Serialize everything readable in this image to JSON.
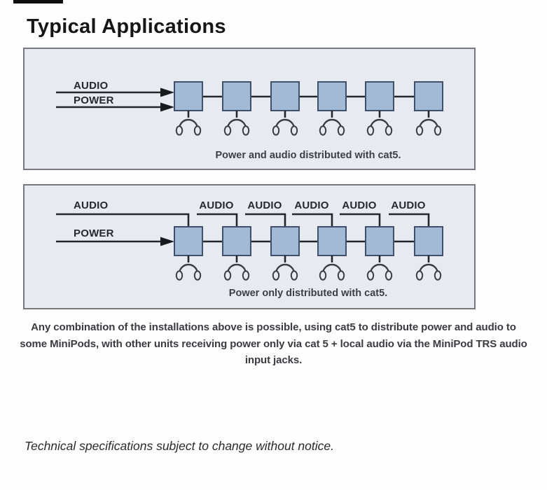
{
  "title": "Typical Applications",
  "diagram1": {
    "audio_label": "AUDIO",
    "power_label": "POWER",
    "caption": "Power and audio distributed with cat5.",
    "unit_count": 6
  },
  "diagram2": {
    "audio_label": "AUDIO",
    "power_label": "POWER",
    "branch_labels": [
      "AUDIO",
      "AUDIO",
      "AUDIO",
      "AUDIO",
      "AUDIO"
    ],
    "caption": "Power only distributed with cat5.",
    "unit_count": 6
  },
  "body_text": "Any combination of the installations above is possible, using cat5 to distribute power and audio to some MiniPods, with other units receiving power only via cat 5 + local audio via the MiniPod TRS audio input jacks.",
  "footer_note": "Technical specifications subject to change without notice.",
  "colors": {
    "panel_bg": "#e7eaf0",
    "panel_border": "#76797e",
    "unit_fill": "#a3bad6",
    "unit_border": "#41506a",
    "line": "#23262b"
  }
}
